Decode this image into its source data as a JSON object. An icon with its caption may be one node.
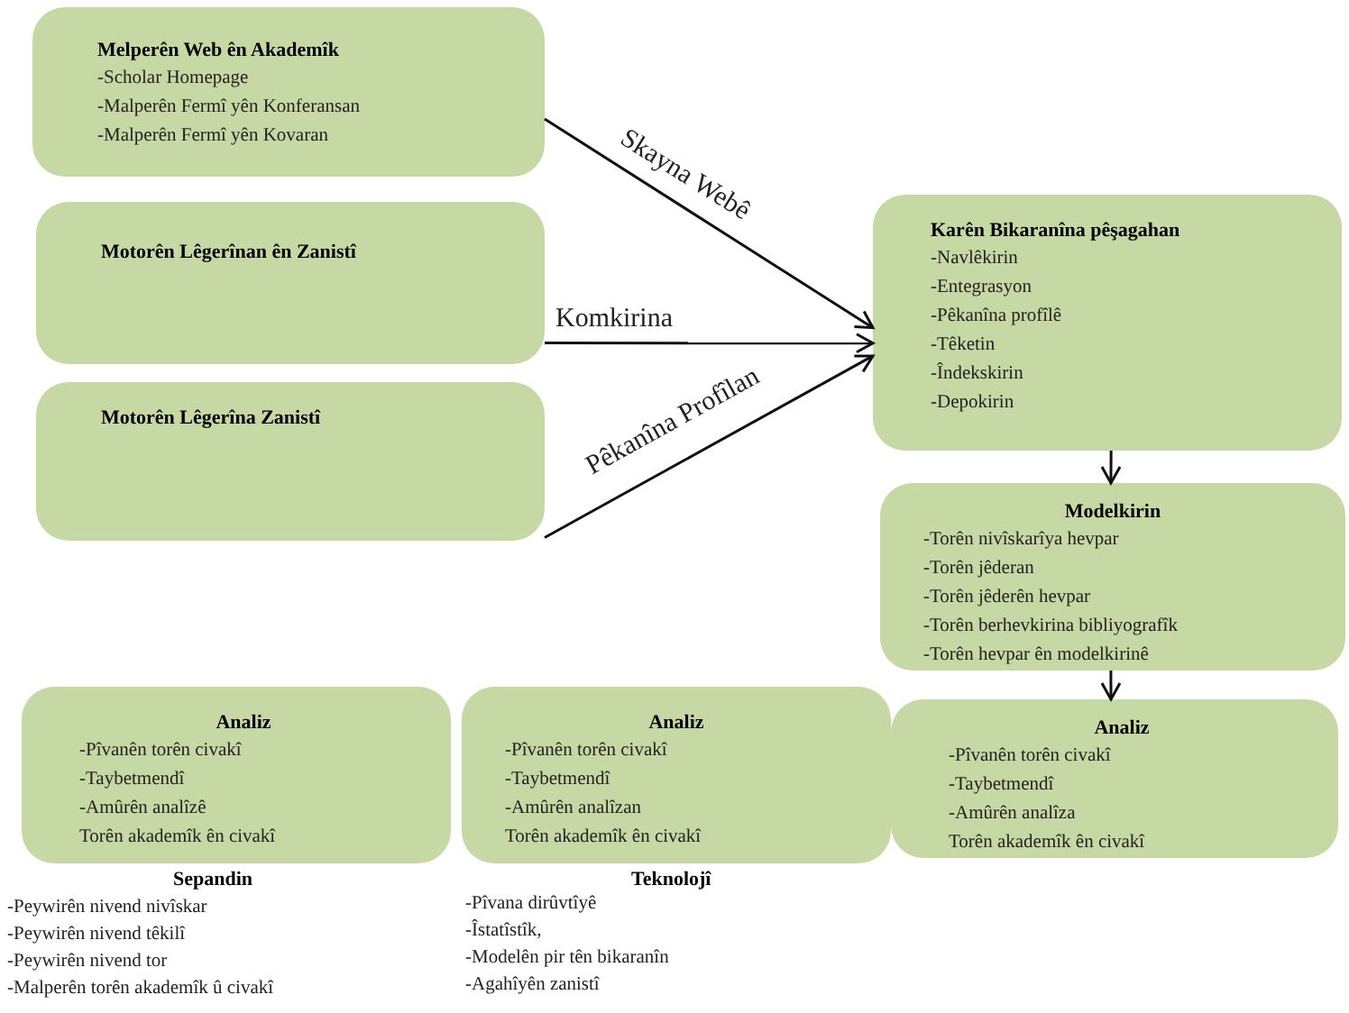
{
  "diagram": {
    "nodes": [
      {
        "text": [
          "Melperên Web ên Akademîk",
          "-Scholar Homepage",
          "-Malperên Fermî yên Konferansan",
          "-Malperên Fermî yên Kovaran"
        ]
      },
      {
        "text": [
          "Motorên Lêgerînan ên Zanistî"
        ]
      },
      {
        "text": [
          "Motorên Lêgerîna Zanistî"
        ]
      },
      {
        "text": [
          "Karên Bikaranîna pêşagahan",
          "-Navlêkirin",
          "-Entegrasyon",
          "-Pêkanîna profîlê",
          "-Têketin",
          "-Îndekskirin",
          "-Depokirin"
        ]
      },
      {
        "text": [
          "Modelkirin",
          "-Torên nivîskarîya hevpar",
          "-Torên jêderan",
          "-Torên jêderên hevpar",
          "-Torên berhevkirina bibliyografîk",
          "-Torên hevpar ên modelkirinê"
        ]
      },
      {
        "text": [
          "Analiz",
          "-Pîvanên torên civakî",
          "-Taybetmendî",
          "-Amûrên analîzê",
          "Torên akademîk ên civakî"
        ]
      },
      {
        "text": [
          "Analiz",
          "-Pîvanên torên civakî",
          "-Taybetmendî",
          "-Amûrên analîzan",
          "Torên akademîk ên civakî"
        ]
      },
      {
        "text": [
          "Analiz",
          "-Pîvanên torên civakî",
          "-Taybetmendî",
          "-Amûrên analîza",
          "Torên akademîk ên civakî"
        ]
      }
    ],
    "edges": [
      {
        "from": 0,
        "to": 3,
        "arrow": "to",
        "label": "Skayna Webê"
      },
      {
        "from": 1,
        "to": 3,
        "arrow": "to",
        "label": "Komkirina"
      },
      {
        "from": 2,
        "to": 3,
        "arrow": "to",
        "label": "Pêkanîna Profîlan"
      },
      {
        "from": 3,
        "to": 4,
        "arrow": "to"
      },
      {
        "from": 4,
        "to": 7,
        "arrow": "to"
      }
    ],
    "labels": [
      "Sepandin",
      "-Peywirên nivend nivîskar",
      "-Peywirên nivend têkilî",
      "-Peywirên nivend tor",
      "-Malperên torên akademîk û civakî",
      "Teknolojî",
      "-Pîvana dirûvtîyê",
      "-Îstatîstîk,",
      "-Modelên pir tên bikaranîn",
      "-Agahîyên zanistî"
    ]
  }
}
